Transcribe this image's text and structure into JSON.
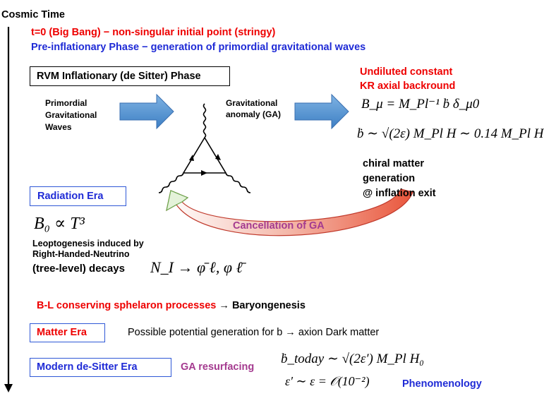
{
  "header": {
    "title": "Cosmic Time",
    "big_bang": "t=0 (Big Bang) − non-singular initial point (stringy)",
    "pre_inflation": "Pre-inflationary Phase − generation of primordial gravitational waves"
  },
  "inflation": {
    "box_label": "RVM Inflationary (de Sitter) Phase",
    "primordial_waves": [
      "Primordial",
      "Gravitational",
      "Waves"
    ],
    "anomaly": [
      "Gravitational",
      "anomaly (GA)"
    ],
    "undiluted": [
      "Undiluted constant",
      "KR axial  backround"
    ],
    "eq_b_mu": "B_μ = M_Pl⁻¹ ḃ δ_μ0",
    "eq_bdot": "ḃ ∼ √(2ε) M_Pl H ∼ 0.14 M_Pl H",
    "chiral": [
      "chiral matter",
      "generation",
      "@ inflation exit"
    ],
    "cancellation": "Cancellation of GA"
  },
  "radiation": {
    "box_label": "Radiation Era",
    "eq_b0": "B₀ ∝ T³",
    "leptogenesis": [
      "Leoptogenesis induced by",
      "Right-Handed-Neutrino"
    ],
    "decays_label": "(tree-level) decays",
    "eq_decays": "N_I → φ̄ ℓ,  φ ℓ̄"
  },
  "baryogenesis": {
    "sphaleron": "B-L conserving sphelaron processes",
    "arrow": "→",
    "result": "Baryongenesis"
  },
  "matter": {
    "box_label": "Matter Era",
    "text_a": "Possible potential generation for b",
    "arrow": "→",
    "text_b": "axion Dark matter"
  },
  "modern": {
    "box_label": "Modern de-Sitter Era",
    "resurfacing": "GA resurfacing",
    "eq_btoday": "ḃ_today ∼ √(2ε′) M_Pl H₀",
    "eq_eps": "ε′ ∼ ε = 𝒪(10⁻²)",
    "phenomenology": "Phenomenology"
  },
  "colors": {
    "red": "#ee0000",
    "blue": "#1f2bd6",
    "purple": "#a43a8f",
    "box_blue": "#2f58d6",
    "arrow_fill": "#5b9bd5",
    "curve_red": "#e9563c",
    "curve_green": "#8fc76b"
  }
}
